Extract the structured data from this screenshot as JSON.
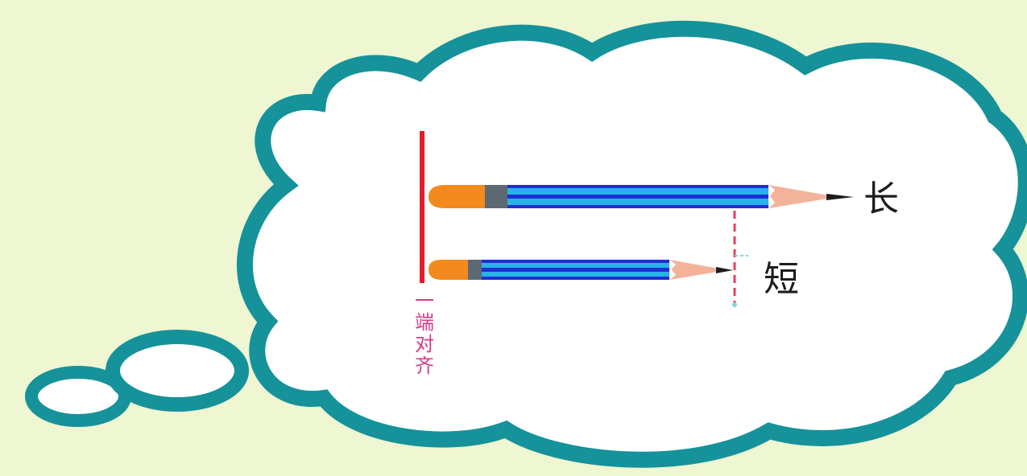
{
  "colors": {
    "background": "#eef6d2",
    "cloud_outline": "#15929a",
    "cloud_fill": "#ffffff",
    "align_line": "#e41b2a",
    "align_text": "#d63a8a",
    "measure_line": "#e84060",
    "pencil_body": "#28b3e6",
    "pencil_stripe": "#1f2fd3",
    "pencil_eraser": "#f28a1e",
    "pencil_ferrule": "#5d6972",
    "pencil_wood": "#f3b39a",
    "pencil_lead": "#1d1d1d"
  },
  "labels": {
    "long": "长",
    "short": "短",
    "align": [
      "一",
      "端",
      "对",
      "齐"
    ]
  }
}
